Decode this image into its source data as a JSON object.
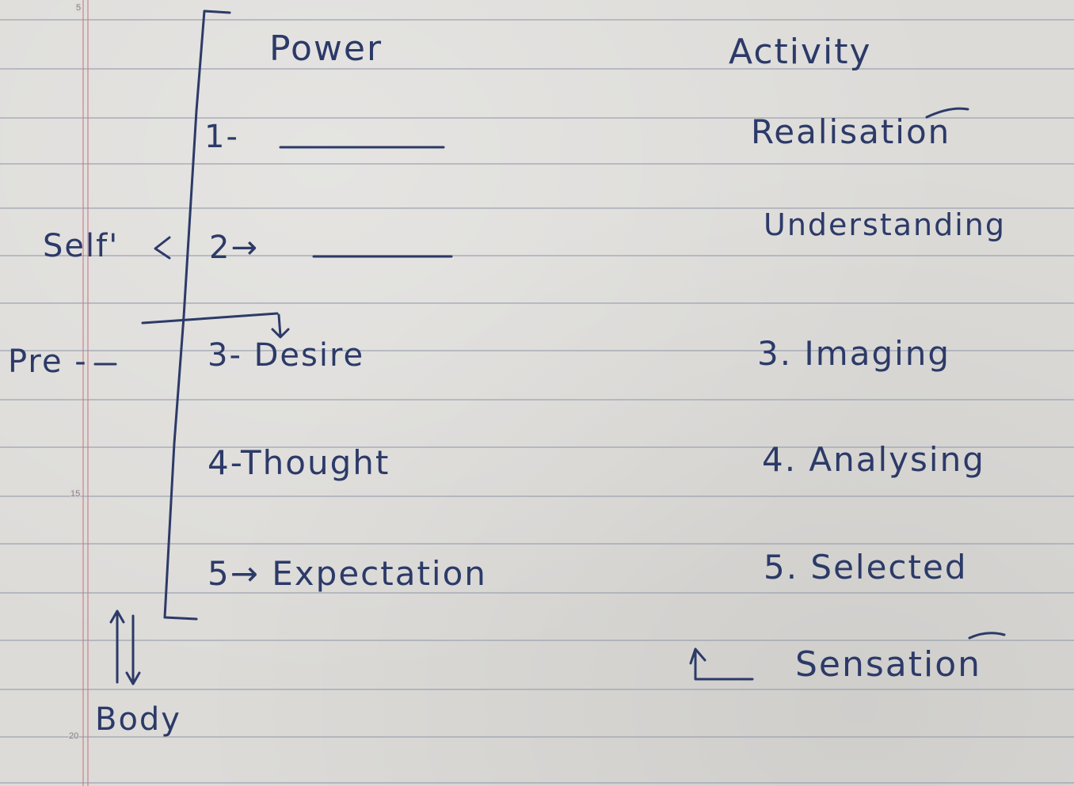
{
  "notebook": {
    "margin_numbers": [
      "5",
      "15",
      "20"
    ]
  },
  "notes": {
    "left_column_heading": "Power",
    "right_column_heading": "Activity",
    "powers": {
      "item1": "1-",
      "item2": "2→",
      "item3": "3- Desire",
      "item4": "4-Thought",
      "item5": "5→ Expectation"
    },
    "activities": {
      "item1": "Realisation",
      "item2": "Understanding",
      "item3": "3. Imaging",
      "item4": "4. Analysing",
      "item5": "5. Selected",
      "item6": "Sensation"
    },
    "side_labels": {
      "self": "Self'",
      "pre": "Pre -",
      "body": "Body"
    }
  },
  "colors": {
    "ink": "#2c3a68",
    "paper": "#dcdbd8"
  }
}
